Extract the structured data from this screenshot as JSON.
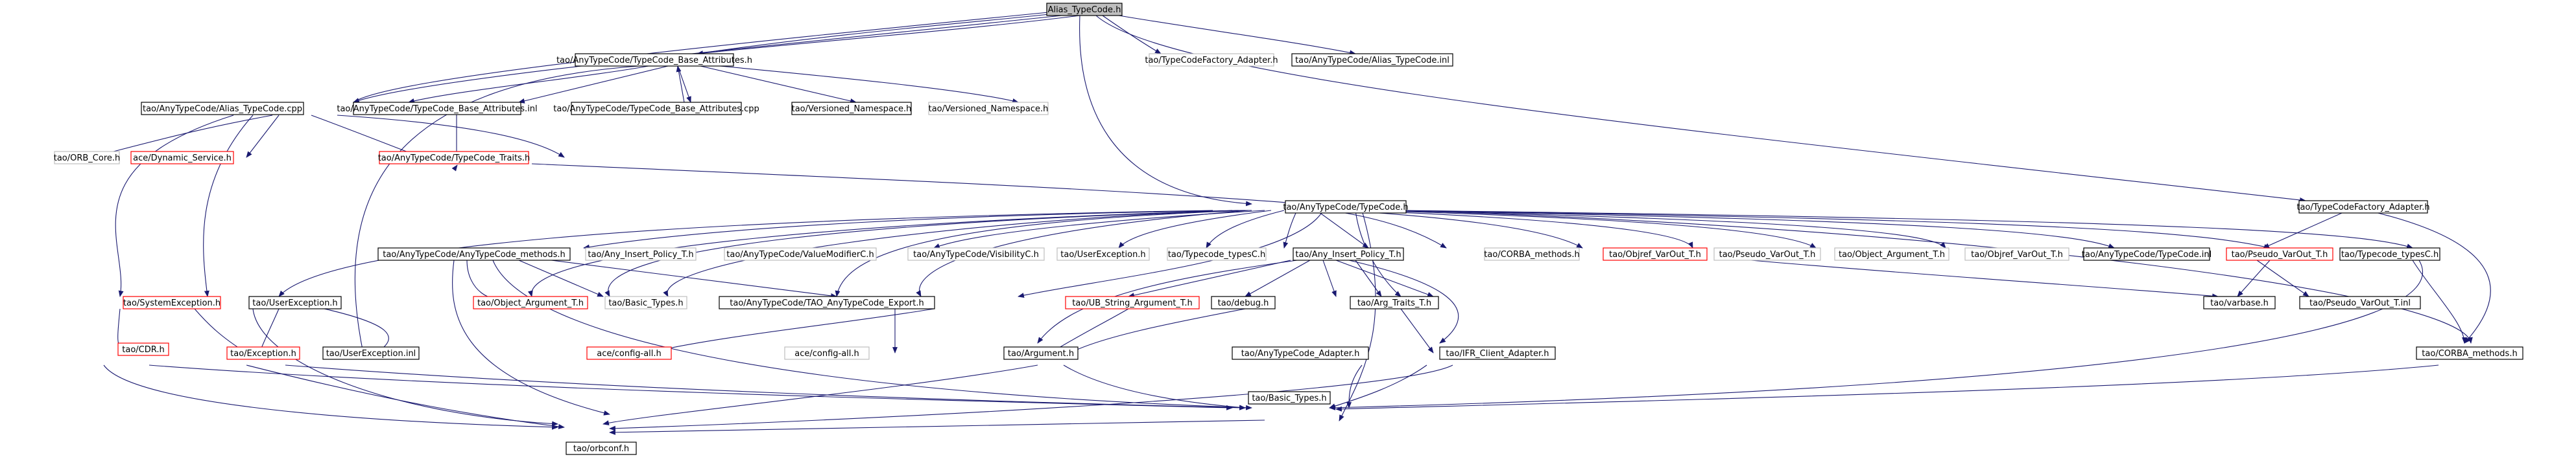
{
  "colors": {
    "black": "#000000",
    "gray": "#bfbfbf",
    "red": "#ff0000",
    "focus_fill": "#bfbfbf",
    "edge": "#191970",
    "bg": "#ffffff"
  },
  "nodes": {
    "alias_typecode_h": "Alias_TypeCode.h",
    "base_attributes_h": "tao/AnyTypeCode/TypeCode_Base_Attributes.h",
    "typecodefactory_adapter_h_grey": "tao/TypeCodeFactory_Adapter.h",
    "alias_typecode_inl": "tao/AnyTypeCode/Alias_TypeCode.inl",
    "alias_typecode_cpp": "tao/AnyTypeCode/Alias_TypeCode.cpp",
    "base_attributes_inl": "tao/AnyTypeCode/TypeCode_Base_Attributes.inl",
    "base_attributes_cpp": "tao/AnyTypeCode/TypeCode_Base_Attributes.cpp",
    "tao_versioned_namespace": "tao/Versioned_Namespace.h",
    "versioned_namespace_grey": "tao/Versioned_Namespace.h",
    "orb_core": "tao/ORB_Core.h",
    "dynamic_service": "ace/Dynamic_Service.h",
    "typecode_traits": "tao/AnyTypeCode/TypeCode_Traits.h",
    "typecode_h": "tao/AnyTypeCode/TypeCode.h",
    "typecodefactory_adapter_h": "tao/TypeCodeFactory_Adapter.h",
    "system_exception": "tao/SystemException.h",
    "anytypecode_methods": "tao/AnyTypeCode/AnyTypeCode_methods.h",
    "any_insert_policy_t": "tao/Any_Insert_Policy_T.h",
    "valuemodifierc": "tao/AnyTypeCode/ValueModifierC.h",
    "visibilityc": "tao/AnyTypeCode/VisibilityC.h",
    "userexception_grey": "tao/UserException.h",
    "typecode_typesc_grey": "tao/Typecode_typesC.h",
    "any_insert_policy_t2": "tao/Any_Insert_Policy_T.h",
    "corba_methods_grey": "tao/CORBA_methods.h",
    "objref_varout_t_red": "tao/Objref_VarOut_T.h",
    "pseudo_varout_t_grey": "tao/Pseudo_VarOut_T.h",
    "object_argument_t_grey": "tao/Object_Argument_T.h",
    "objref_varout_t_grey": "tao/Objref_VarOut_T.h",
    "typecode_inl": "tao/AnyTypeCode/TypeCode.inl",
    "pseudo_varout_t_red": "tao/Pseudo_VarOut_T.h",
    "typecode_typesc": "tao/Typecode_typesC.h",
    "userexception_h": "tao/UserException.h",
    "object_argument_t_red": "tao/Object_Argument_T.h",
    "basic_types_h_grey": "tao/Basic_Types.h",
    "tao_anytypecode_export": "tao/AnyTypeCode/TAO_AnyTypeCode_Export.h",
    "utl_string_argument": "tao/UB_String_Argument_T.h",
    "debug_h": "tao/debug.h",
    "arg_traits": "tao/Arg_Traits_T.h",
    "varbase": "tao/varbase.h",
    "pseudo_varout_inl": "tao/Pseudo_VarOut_T.inl",
    "cdr_h": "tao/CDR.h",
    "exception_h": "tao/Exception.h",
    "userexception_inl": "tao/UserException.inl",
    "config_all_red": "ace/config-all.h",
    "config_all_grey": "ace/config-all.h",
    "argument_h": "tao/Argument.h",
    "anytypecode_adapter": "tao/AnyTypeCode_Adapter.h",
    "ifr_client_adapter": "tao/IFR_Client_Adapter.h",
    "corba_methods_h": "tao/CORBA_methods.h",
    "basic_types_h": "tao/Basic_Types.h",
    "orbconf_h": "tao/orbconf.h"
  }
}
